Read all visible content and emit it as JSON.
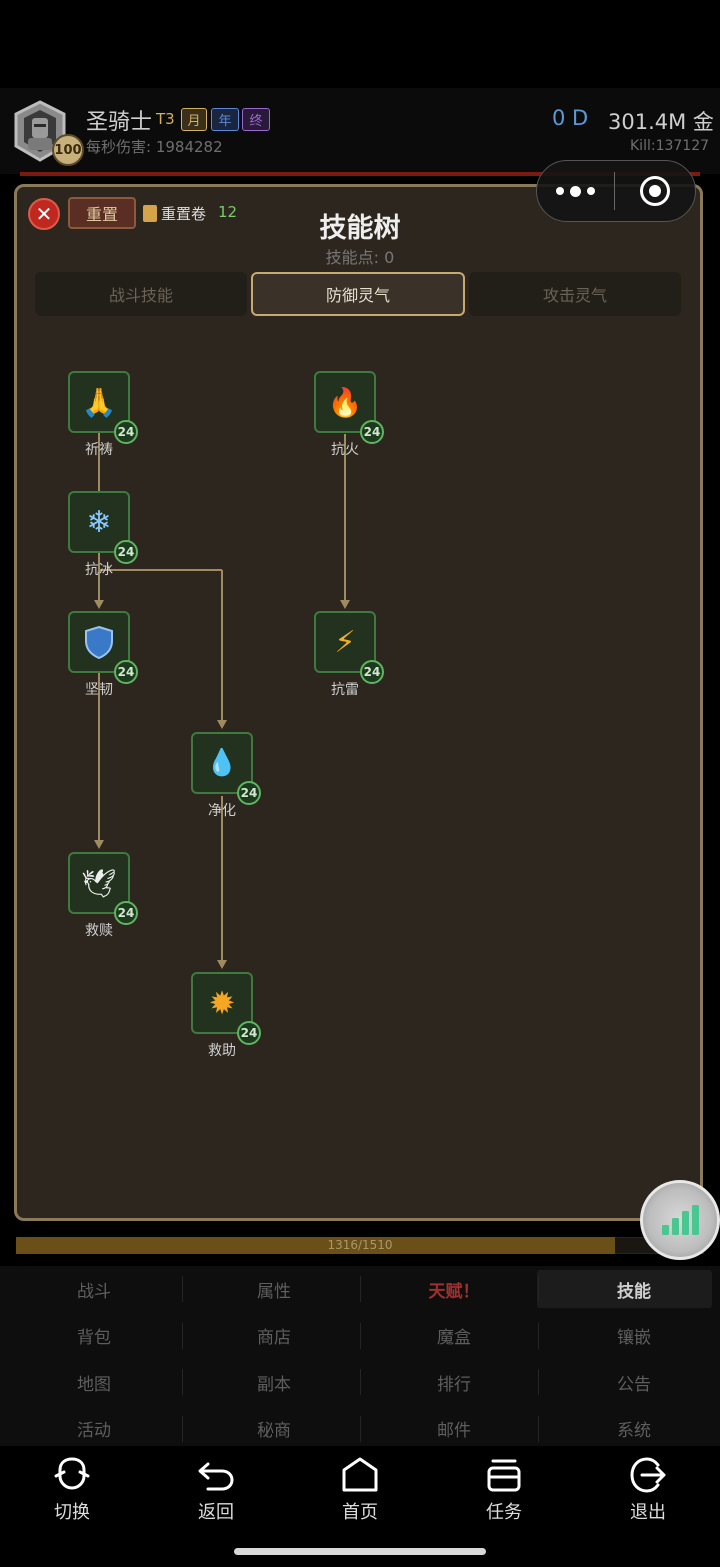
{
  "header": {
    "player_name": "圣骑士",
    "tier": "T3",
    "level": "100",
    "badges": [
      {
        "label": "月",
        "color": "#d4b060",
        "bg": "#3a301a"
      },
      {
        "label": "年",
        "color": "#5a8ad8",
        "bg": "#1a2540"
      },
      {
        "label": "终",
        "color": "#9a6ad0",
        "bg": "#2a1a3a"
      }
    ],
    "dps": "每秒伤害: 1984282",
    "d_value": "0 D",
    "gold": "301.4M 金",
    "kill": "Kill:137127"
  },
  "panel": {
    "reset_label": "重置",
    "scroll_label": "重置卷",
    "scroll_count": "12",
    "title": "技能树",
    "points": "技能点: 0",
    "tabs": [
      {
        "label": "战斗技能",
        "active": false
      },
      {
        "label": "防御灵气",
        "active": true
      },
      {
        "label": "攻击灵气",
        "active": false
      }
    ]
  },
  "skills": [
    {
      "label": "祈祷",
      "level": "24",
      "icon": "praying-hands-icon",
      "glyph": "🙏"
    },
    {
      "label": "抗火",
      "level": "24",
      "icon": "fire-icon",
      "glyph": "🔥"
    },
    {
      "label": "抗冰",
      "level": "24",
      "icon": "snowflake-icon",
      "glyph": "❄"
    },
    {
      "label": "坚韧",
      "level": "24",
      "icon": "shield-icon",
      "glyph": ""
    },
    {
      "label": "抗雷",
      "level": "24",
      "icon": "lightning-icon",
      "glyph": "⚡"
    },
    {
      "label": "净化",
      "level": "24",
      "icon": "droplet-icon",
      "glyph": "💧"
    },
    {
      "label": "救赎",
      "level": "24",
      "icon": "dove-icon",
      "glyph": "🕊"
    },
    {
      "label": "救助",
      "level": "24",
      "icon": "starburst-icon",
      "glyph": "✹"
    }
  ],
  "progress": {
    "text": "1316/1510",
    "fraction": 0.87
  },
  "menu": {
    "rows": [
      [
        "战斗",
        "属性",
        "天赋！",
        "技能"
      ],
      [
        "背包",
        "商店",
        "魔盒",
        "镶嵌"
      ],
      [
        "地图",
        "副本",
        "排行",
        "公告"
      ],
      [
        "活动",
        "秘商",
        "邮件",
        "系统"
      ]
    ],
    "highlight_label": "天赋！",
    "active_label": "技能"
  },
  "bottom_bar": [
    {
      "label": "切换",
      "icon": "switch-icon"
    },
    {
      "label": "返回",
      "icon": "back-icon"
    },
    {
      "label": "首页",
      "icon": "home-icon"
    },
    {
      "label": "任务",
      "icon": "tasks-icon"
    },
    {
      "label": "退出",
      "icon": "exit-icon"
    }
  ],
  "colors": {
    "accent": "#c8aa70",
    "node_border": "#3e7a3e",
    "close": "#c0281f"
  }
}
